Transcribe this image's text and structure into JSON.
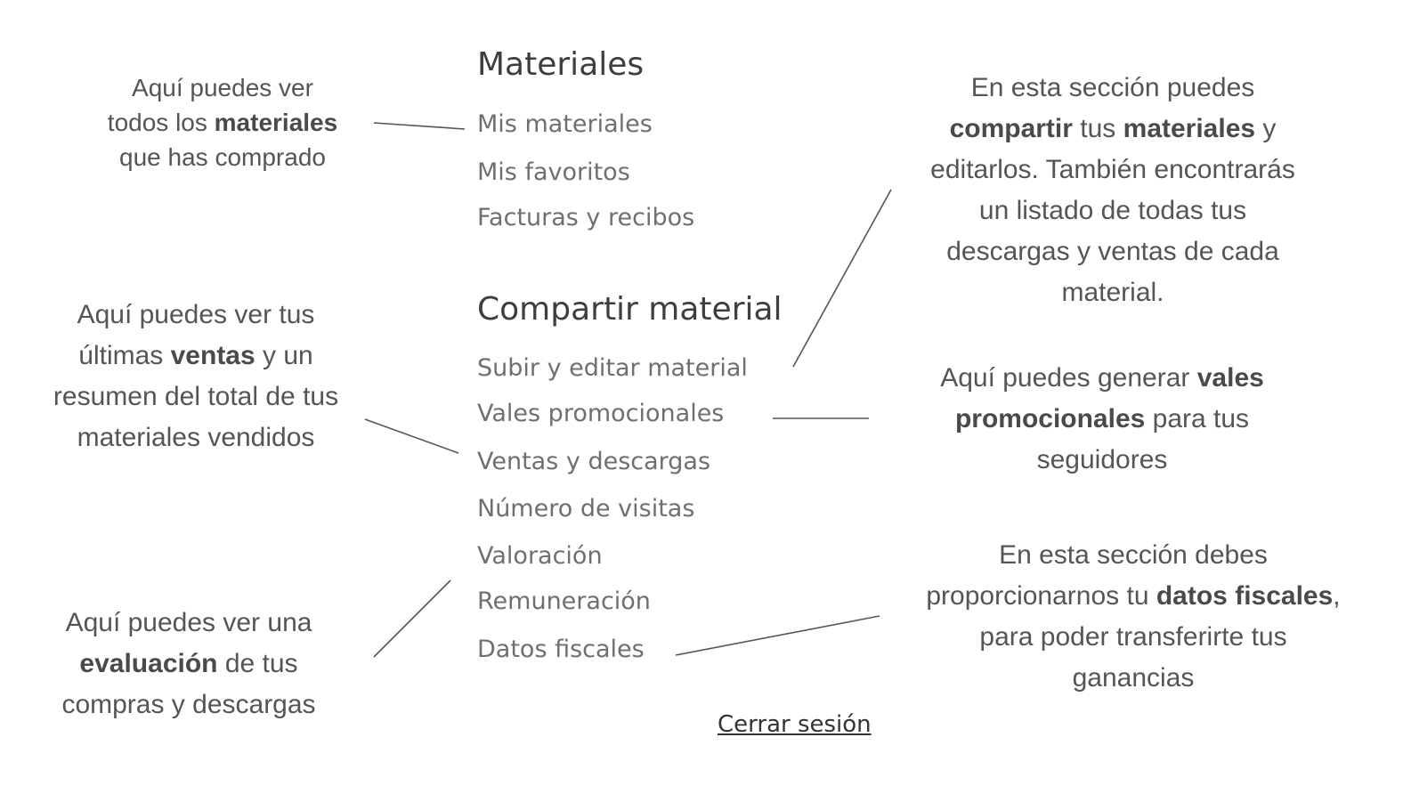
{
  "menu": {
    "sections": [
      {
        "heading": "Materiales",
        "items": [
          "Mis materiales",
          "Mis favoritos",
          "Facturas y recibos"
        ]
      },
      {
        "heading": "Compartir material",
        "items": [
          "Subir y editar material",
          "Vales promocionales",
          "Ventas y descargas",
          "Número de visitas",
          "Valoración",
          "Remuneración",
          "Datos fiscales"
        ]
      }
    ],
    "logout_label": "Cerrar sesión"
  },
  "notes": {
    "materiales": {
      "l1": "Aquí puedes ver",
      "l2_pre": "todos los ",
      "l2_bold": "materiales",
      "l3": "que has comprado"
    },
    "ventas": {
      "l1": "Aquí puedes ver tus",
      "l2_pre": "últimas ",
      "l2_bold": "ventas",
      "l2_post": " y un",
      "l3": "resumen del total de tus",
      "l4": "materiales vendidos"
    },
    "valoracion": {
      "l1": "Aquí puedes ver una",
      "l2_bold": "evaluación",
      "l2_post": " de tus",
      "l3": "compras y descargas"
    },
    "compartir": {
      "l1": "En esta sección puedes",
      "l2_bold1": "compartir",
      "l2_mid": " tus ",
      "l2_bold2": "materiales",
      "l2_post": " y",
      "l3": "editarlos. También encontrarás",
      "l4": "un listado de todas tus",
      "l5": "descargas y ventas de cada",
      "l6": "material."
    },
    "vales": {
      "l1_pre": "Aquí puedes generar ",
      "l1_bold": "vales",
      "l2_bold": "promocionales",
      "l2_post": " para tus",
      "l3": "seguidores"
    },
    "fiscales": {
      "l1": "En esta sección debes",
      "l2_pre": "proporcionarnos tu ",
      "l2_bold": "datos fiscales",
      "l2_post": ",",
      "l3": "para poder transferirte tus",
      "l4": "ganancias"
    }
  },
  "colors": {
    "heading": "#3e3e3e",
    "menu_item": "#6f6f6f",
    "note_text": "#555555",
    "connector": "#555555"
  }
}
